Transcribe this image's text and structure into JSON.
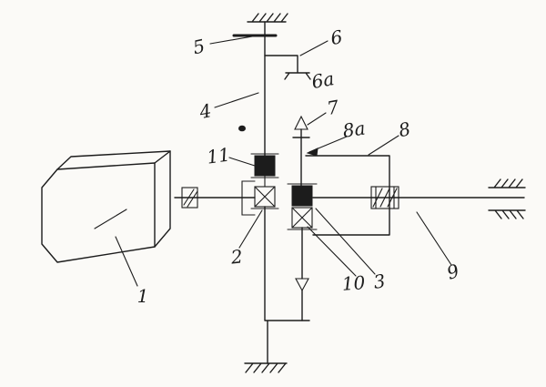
{
  "colors": {
    "ink": "#1c1c1c",
    "paper": "#fbfaf7"
  },
  "labels": [
    {
      "id": "part-1",
      "text": "1"
    },
    {
      "id": "part-2",
      "text": "2"
    },
    {
      "id": "part-3",
      "text": "3"
    },
    {
      "id": "part-4",
      "text": "4"
    },
    {
      "id": "part-5",
      "text": "5"
    },
    {
      "id": "part-6",
      "text": "6"
    },
    {
      "id": "part-6a",
      "text": "6a"
    },
    {
      "id": "part-7",
      "text": "7"
    },
    {
      "id": "part-8",
      "text": "8"
    },
    {
      "id": "part-8a",
      "text": "8a"
    },
    {
      "id": "part-9",
      "text": "9"
    },
    {
      "id": "part-10",
      "text": "10"
    },
    {
      "id": "part-11",
      "text": "11"
    }
  ]
}
